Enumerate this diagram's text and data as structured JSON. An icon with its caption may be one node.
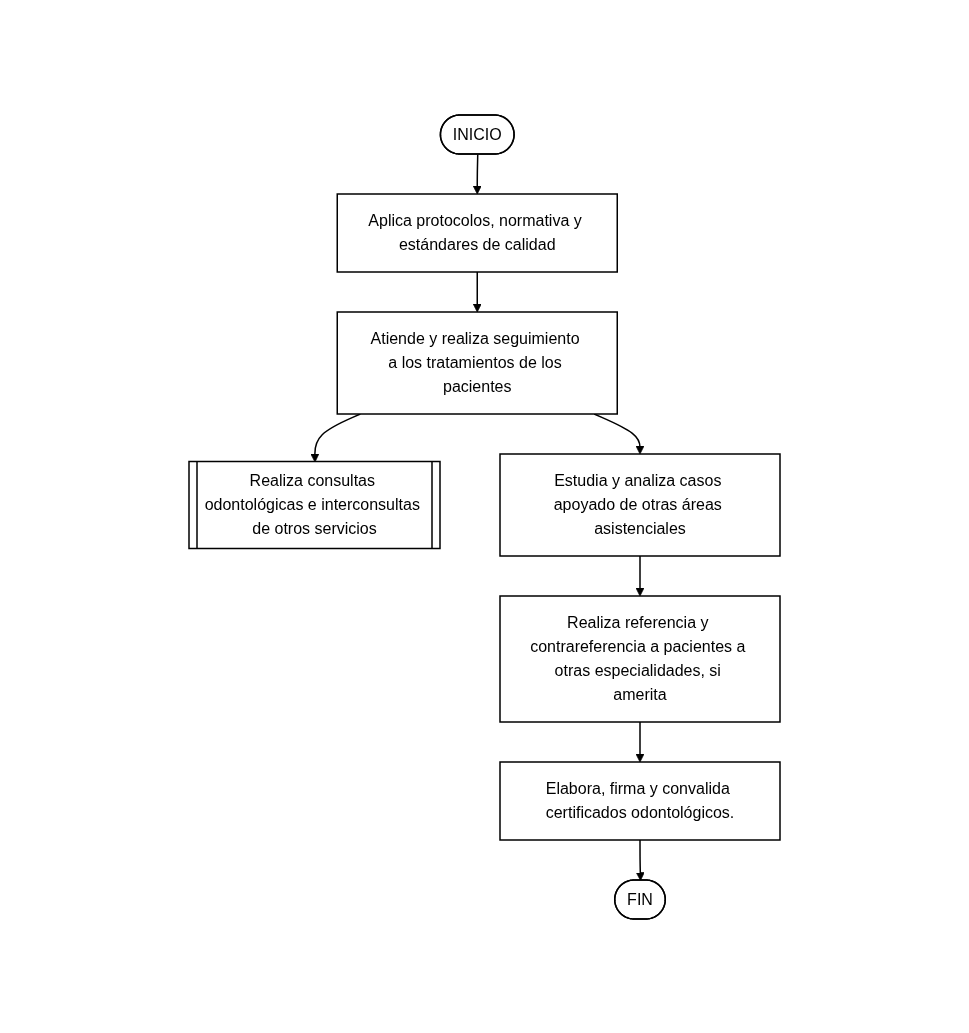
{
  "diagram": {
    "nodes": [
      {
        "text": [
          "INICIO"
        ]
      },
      {
        "text": [
          "Aplica protocolos, normativa y estándares de calidad"
        ]
      },
      {
        "text": [
          "Atiende y realiza seguimiento a los tratamientos de los pacientes"
        ]
      },
      {
        "text": [
          "Realiza consultas odontológicas e interconsultas de otros servicios"
        ]
      },
      {
        "text": [
          "Estudia y analiza casos apoyado de otras áreas asistenciales"
        ]
      },
      {
        "text": [
          "Realiza referencia y contrareferencia a pacientes a otras especialidades, si amerita"
        ]
      },
      {
        "text": [
          "Elabora, firma y convalida certificados odontológicos."
        ]
      },
      {
        "text": [
          "FIN"
        ]
      }
    ],
    "edges": [
      {
        "from": 0,
        "to": 1,
        "arrow": "to"
      },
      {
        "from": 1,
        "to": 2,
        "arrow": "to"
      },
      {
        "from": 2,
        "to": 3,
        "arrow": "to"
      },
      {
        "from": 2,
        "to": 4,
        "arrow": "to"
      },
      {
        "from": 4,
        "to": 5,
        "arrow": "to"
      },
      {
        "from": 5,
        "to": 6,
        "arrow": "to"
      },
      {
        "from": 6,
        "to": 7,
        "arrow": "to"
      }
    ]
  }
}
